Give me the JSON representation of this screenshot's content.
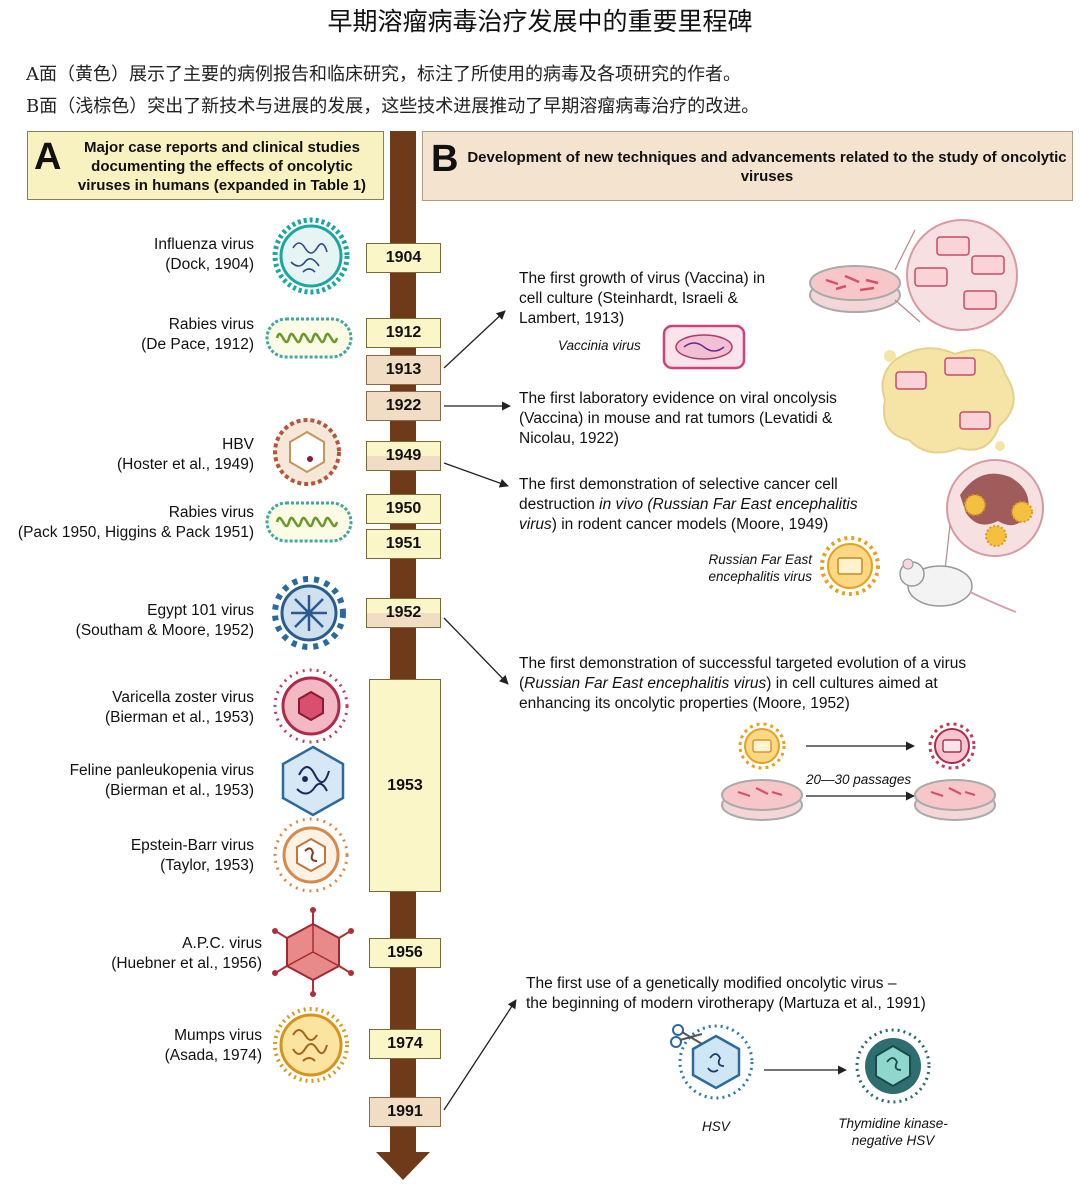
{
  "title": "早期溶瘤病毒治疗发展中的重要里程碑",
  "intro": {
    "a": "A面（黄色）展示了主要的病例报告和临床研究，标注了所使用的病毒及各项研究的作者。",
    "b": "B面（浅棕色）突出了新技术与进展的发展，这些技术进展推动了早期溶瘤病毒治疗的改进。"
  },
  "panel_a": {
    "letter": "A",
    "heading": "Major case reports and clinical studies documenting the effects of oncolytic viruses in humans (expanded in Table 1)"
  },
  "panel_b": {
    "letter": "B",
    "heading": "Development of new techniques and advancements related to the study of oncolytic viruses"
  },
  "years": [
    "1904",
    "1912",
    "1913",
    "1922",
    "1949",
    "1950",
    "1951",
    "1952",
    "1953",
    "1956",
    "1974",
    "1991"
  ],
  "viruses": [
    {
      "name": "Influenza virus",
      "ref": "(Dock, 1904)",
      "icon": "influenza-virus-icon"
    },
    {
      "name": "Rabies virus",
      "ref": "(De Pace, 1912)",
      "icon": "rabies-virus-icon"
    },
    {
      "name": "HBV",
      "ref": "(Hoster et al., 1949)",
      "icon": "hbv-icon"
    },
    {
      "name": "Rabies virus",
      "ref": "(Pack 1950, Higgins & Pack 1951)",
      "icon": "rabies-virus-icon"
    },
    {
      "name": "Egypt 101 virus",
      "ref": "(Southam & Moore, 1952)",
      "icon": "egypt-101-virus-icon"
    },
    {
      "name": "Varicella zoster virus",
      "ref": "(Bierman et al., 1953)",
      "icon": "varicella-zoster-virus-icon"
    },
    {
      "name": "Feline panleukopenia virus",
      "ref": "(Bierman et al., 1953)",
      "icon": "feline-panleukopenia-virus-icon"
    },
    {
      "name": "Epstein-Barr virus",
      "ref": "(Taylor, 1953)",
      "icon": "epstein-barr-virus-icon"
    },
    {
      "name": "A.P.C. virus",
      "ref": "(Huebner et al., 1956)",
      "icon": "apc-virus-icon"
    },
    {
      "name": "Mumps virus",
      "ref": "(Asada, 1974)",
      "icon": "mumps-virus-icon"
    }
  ],
  "milestones": {
    "m1913_a": "The first growth of virus (Vaccina) in",
    "m1913_b": "cell culture (Steinhardt, Israeli &",
    "m1913_c": "Lambert, 1913)",
    "m1922_a": "The first laboratory evidence on viral oncolysis",
    "m1922_b": "(Vaccina) in mouse and rat tumors (Levatidi &",
    "m1922_c": "Nicolau, 1922)",
    "m1949_a": "The first demonstration of selective cancer cell",
    "m1949_b1": "destruction ",
    "m1949_b2": "in vivo (Russian Far East encephalitis",
    "m1949_c1": "virus",
    "m1949_c2": ") in rodent cancer models (Moore, 1949)",
    "m1952_a": "The first demonstration of successful targeted evolution of a virus",
    "m1952_b1": "(",
    "m1952_b2": "Russian Far East encephalitis virus",
    "m1952_b3": ") in cell cultures aimed at",
    "m1952_c": "enhancing its oncolytic properties (Moore, 1952)",
    "m1991_a": "The first use of a genetically modified oncolytic virus –",
    "m1991_b": "the beginning of modern virotherapy (Martuza et al., 1991)"
  },
  "captions": {
    "vaccinia": "Vaccinia virus",
    "rfe_a": "Russian Far East",
    "rfe_b": "encephalitis virus",
    "passages": "20—30 passages",
    "hsv": "HSV",
    "tk_a": "Thymidine kinase-",
    "tk_b": "negative HSV"
  },
  "colors": {
    "panel_a_bg": "#f7f2c0",
    "panel_b_bg": "#f3e3cf",
    "timeline_shaft": "#6f3a1a",
    "year_box_yellow": "#fbf6c8",
    "year_box_tan": "#f1dcc4"
  }
}
